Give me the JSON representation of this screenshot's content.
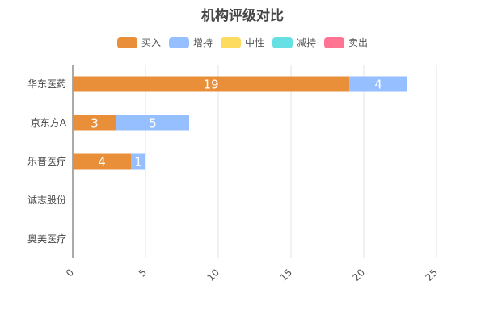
{
  "chart_data": {
    "type": "bar",
    "orientation": "horizontal",
    "stacked": true,
    "title": "机构评级对比",
    "categories": [
      "华东医药",
      "京东方A",
      "乐普医疗",
      "诚志股份",
      "奥美医疗"
    ],
    "series": [
      {
        "name": "买入",
        "color": "#E98F3A",
        "values": [
          19,
          3,
          4,
          0,
          0
        ]
      },
      {
        "name": "增持",
        "color": "#95BFFF",
        "values": [
          4,
          5,
          1,
          0,
          0
        ]
      },
      {
        "name": "中性",
        "color": "#FDDB5E",
        "values": [
          0,
          0,
          0,
          0,
          0
        ]
      },
      {
        "name": "减持",
        "color": "#67E0E3",
        "values": [
          0,
          0,
          0,
          0,
          0
        ]
      },
      {
        "name": "卖出",
        "color": "#FF7393",
        "values": [
          0,
          0,
          0,
          0,
          0
        ]
      }
    ],
    "xlim": [
      0,
      25
    ],
    "xticks": [
      "0",
      "5",
      "10",
      "15",
      "20",
      "25"
    ],
    "grid": true,
    "legend_position": "top-center"
  }
}
